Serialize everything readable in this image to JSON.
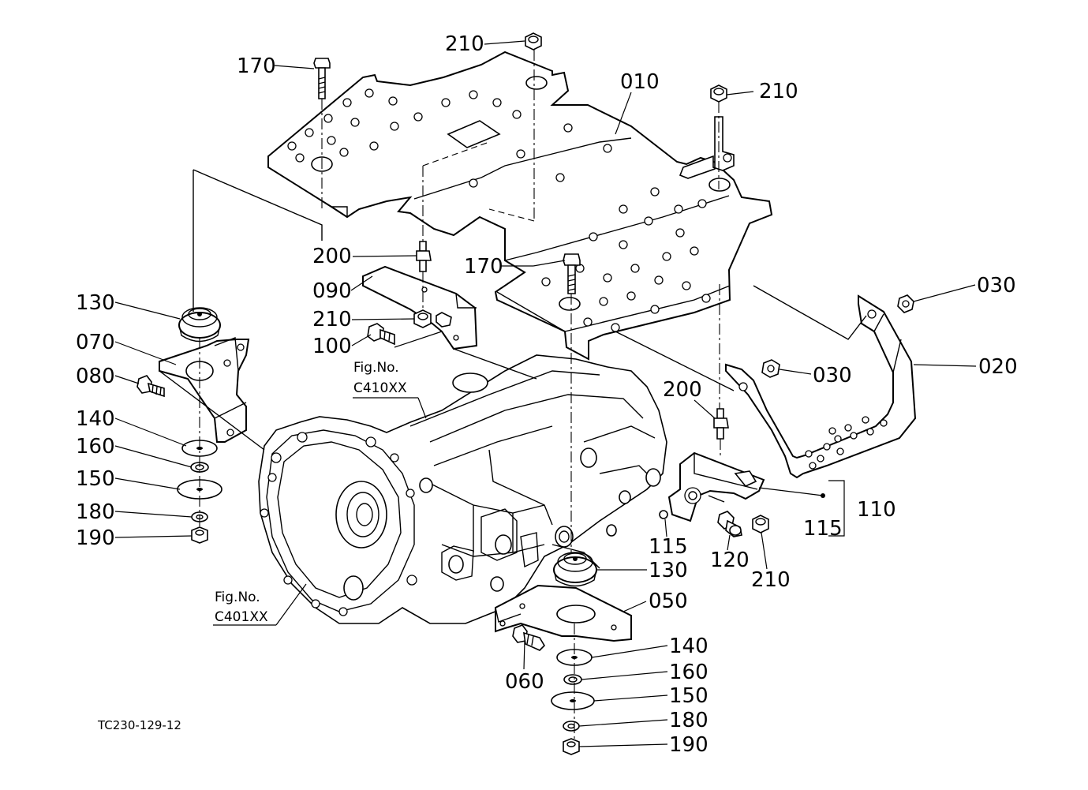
{
  "drawing_id": "TC230-129-12",
  "fig_refs": [
    {
      "prefix": "Fig.No.",
      "code": "C410XX"
    },
    {
      "prefix": "Fig.No.",
      "code": "C401XX"
    }
  ],
  "callouts": [
    "210",
    "170",
    "010",
    "210",
    "200",
    "170",
    "090",
    "210",
    "100",
    "130",
    "070",
    "080",
    "140",
    "160",
    "150",
    "180",
    "190",
    "030",
    "030",
    "020",
    "200",
    "110",
    "115",
    "115",
    "120",
    "210",
    "130",
    "050",
    "060",
    "140",
    "160",
    "150",
    "180",
    "190"
  ]
}
